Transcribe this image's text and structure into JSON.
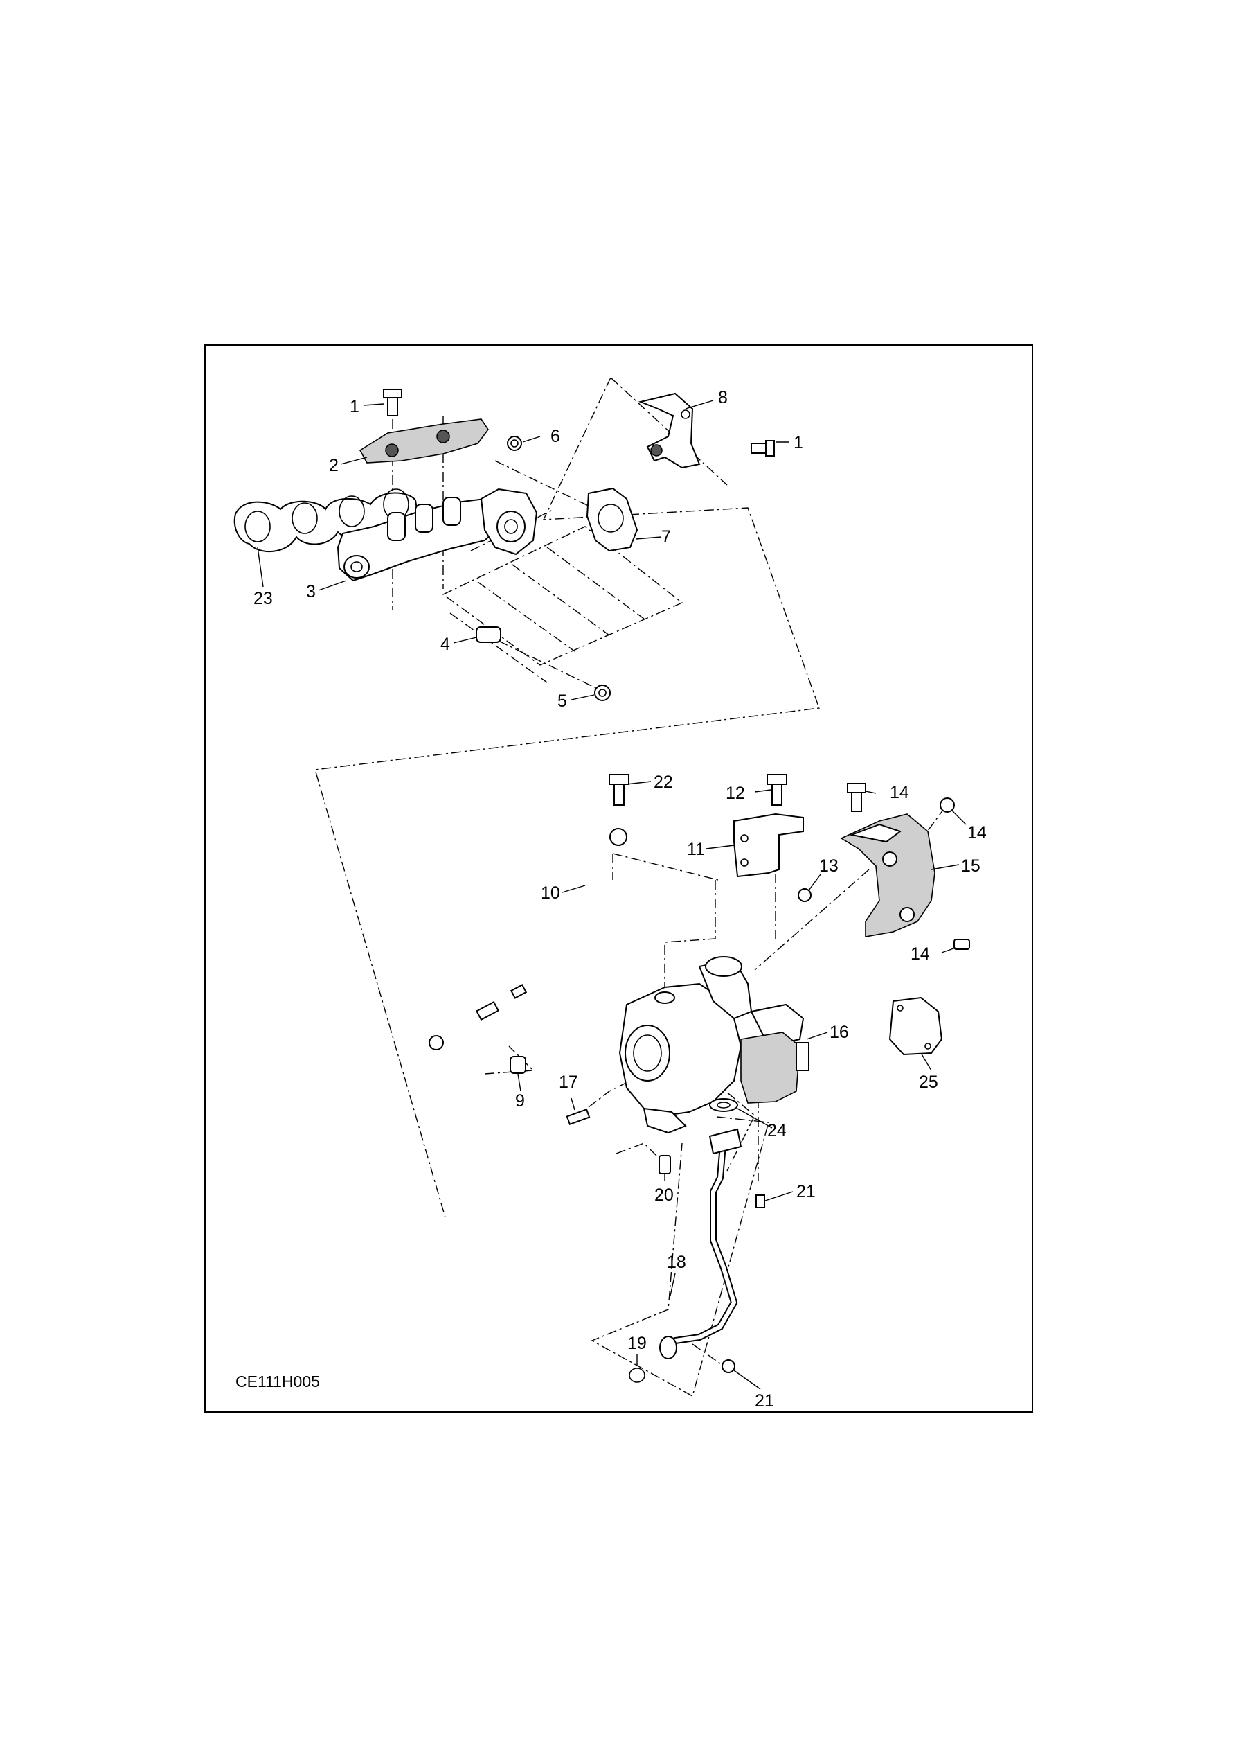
{
  "diagram": {
    "drawing_code": "CE111H005",
    "callouts": [
      "1",
      "1",
      "2",
      "3",
      "4",
      "5",
      "6",
      "7",
      "8",
      "9",
      "10",
      "11",
      "12",
      "13",
      "14",
      "14",
      "14",
      "15",
      "16",
      "17",
      "18",
      "19",
      "20",
      "21",
      "21",
      "22",
      "23",
      "24",
      "25"
    ]
  }
}
